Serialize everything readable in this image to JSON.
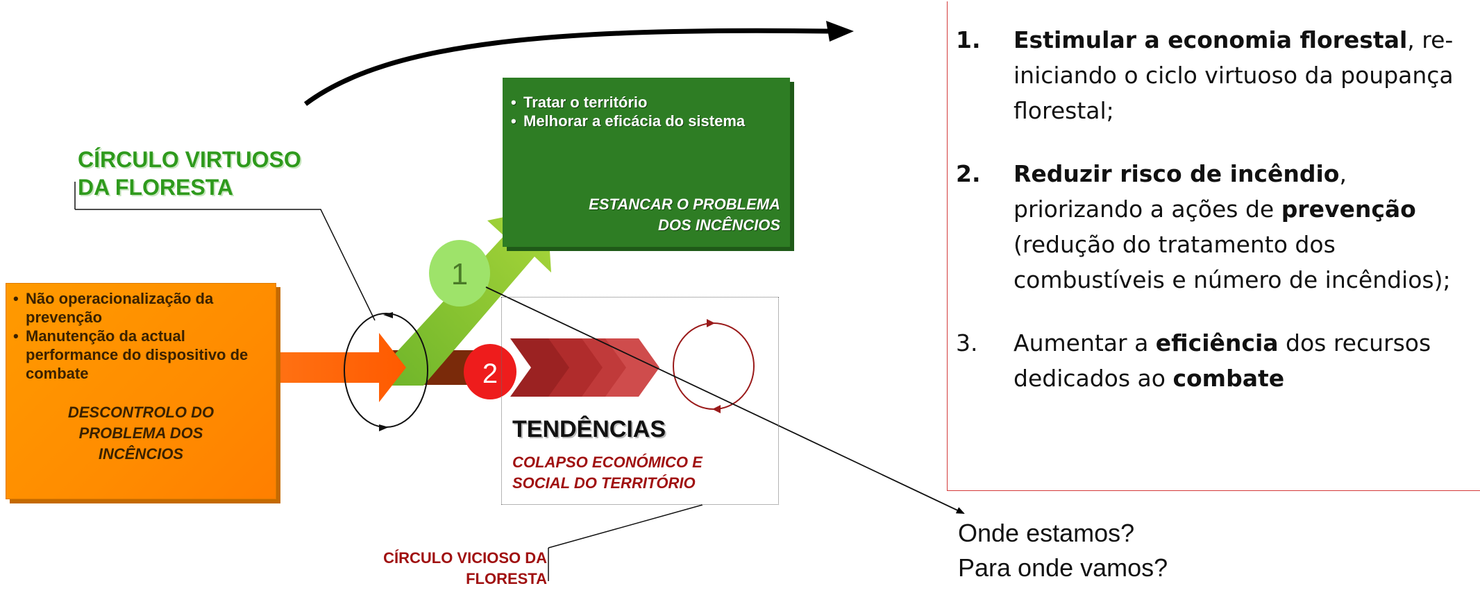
{
  "left_box": {
    "bullets": [
      "Não operacionalização da prevenção",
      "Manutenção da actual performance do dispositivo de combate"
    ],
    "conclusion_lines": [
      "DESCONTROLO DO",
      "PROBLEMA DOS",
      "INCÊNCIOS"
    ]
  },
  "virtuous_label": {
    "line1": "CÍRCULO VIRTUOSO",
    "line2": "DA FLORESTA"
  },
  "green_box": {
    "bullets": [
      "Tratar o território",
      "Melhorar a eficácia do sistema"
    ],
    "conclusion_lines": [
      "ESTANCAR O PROBLEMA",
      "DOS INCÊNCIOS"
    ]
  },
  "paths": {
    "path1_number": "1",
    "path2_number": "2"
  },
  "tendencies": {
    "title": "TENDÊNCIAS",
    "subtitle_lines": [
      "COLAPSO ECONÓMICO E",
      "SOCIAL DO TERRITÓRIO"
    ]
  },
  "vicious_label": {
    "line1": "CÍRCULO VICIOSO DA",
    "line2": "FLORESTA"
  },
  "right_list": {
    "item1": {
      "number": "1.",
      "bold": "Estimular a economia florestal",
      "rest": ", re-iniciando o ciclo virtuoso da poupança florestal;"
    },
    "item2": {
      "number": "2.",
      "bold": "Reduzir risco de incêndio",
      "mid": ", priorizando a ações de ",
      "bold2": "prevenção",
      "rest": " (redução do tratamento dos combustíveis e número de incêndios);"
    },
    "item3": {
      "number": "3.",
      "pre": "Aumentar a ",
      "bold": "eficiência",
      "mid": " dos recursos dedicados ao ",
      "bold2": "combate"
    }
  },
  "questions": {
    "line1": "Onde estamos?",
    "line2": "Para onde vamos?"
  },
  "colors": {
    "orange": "#ff8c00",
    "green": "#2e7d24",
    "light_green": "#9acd32",
    "red": "#ee1c1c",
    "dark_red": "#8b1a1a",
    "accent_green_text": "#2e9a1c"
  }
}
